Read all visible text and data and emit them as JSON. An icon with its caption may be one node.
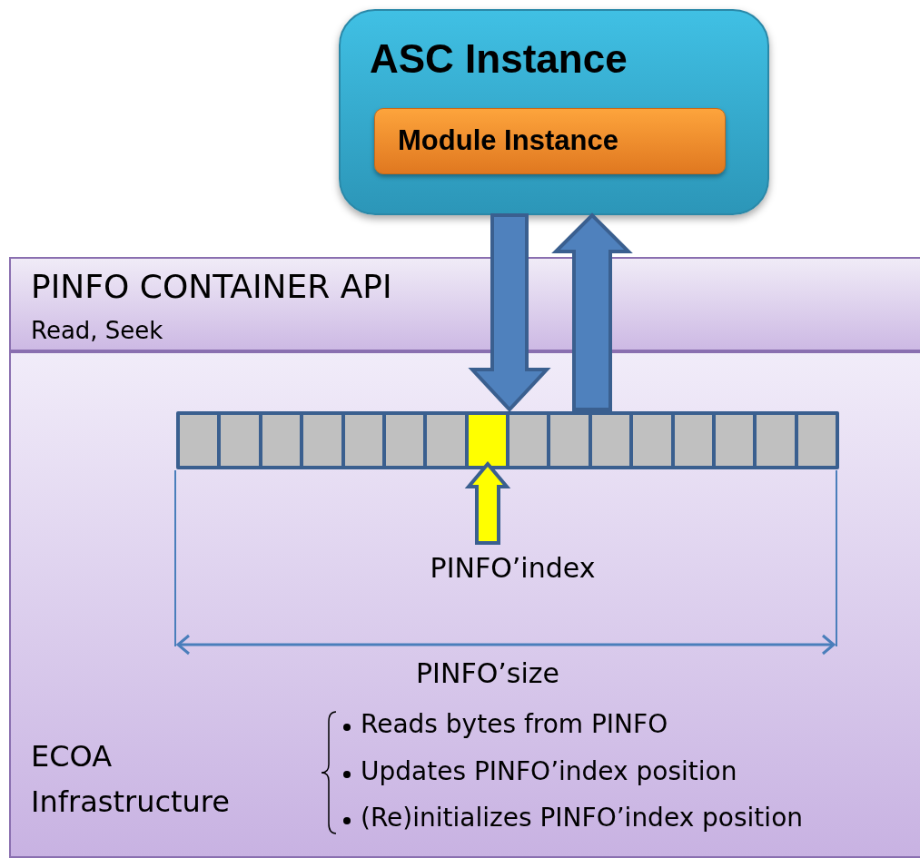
{
  "diagram": {
    "nodes": [
      {
        "text": [
          "ASC Instance"
        ]
      },
      {
        "text": [
          "Module Instance"
        ],
        "in": 0
      },
      {
        "text": [
          "PINFO CONTAINER API",
          "Read, Seek"
        ]
      },
      {
        "text": [
          "ECOA Infrastructure"
        ]
      },
      {
        "text": [],
        "shape": "bar",
        "in": 3
      },
      {
        "text": [],
        "shape": "box",
        "in": 4
      },
      {
        "text": [
          "PINFO’index"
        ],
        "in": 3
      }
    ],
    "edges": [
      {
        "from": 0,
        "to": 4,
        "arrow": "to"
      },
      {
        "from": 4,
        "to": 0,
        "arrow": "to"
      },
      {
        "from": 6,
        "to": 5,
        "arrow": "to",
        "color": "#ffff00"
      }
    ],
    "labels": [
      "PINFO’size",
      "Reads bytes from PINFO",
      "Updates PINFO’index position",
      "(Re)initializes PINFO’index position"
    ]
  }
}
